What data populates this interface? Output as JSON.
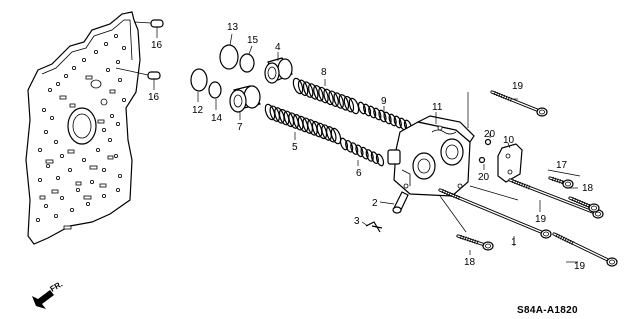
{
  "diagram": {
    "part_code": "S84A-A1820",
    "direction_label": "FR.",
    "callouts": [
      "1",
      "2",
      "3",
      "4",
      "5",
      "6",
      "7",
      "8",
      "9",
      "10",
      "11",
      "12",
      "13",
      "14",
      "15",
      "16",
      "16",
      "17",
      "18",
      "18",
      "19",
      "19",
      "19",
      "20",
      "20"
    ]
  }
}
